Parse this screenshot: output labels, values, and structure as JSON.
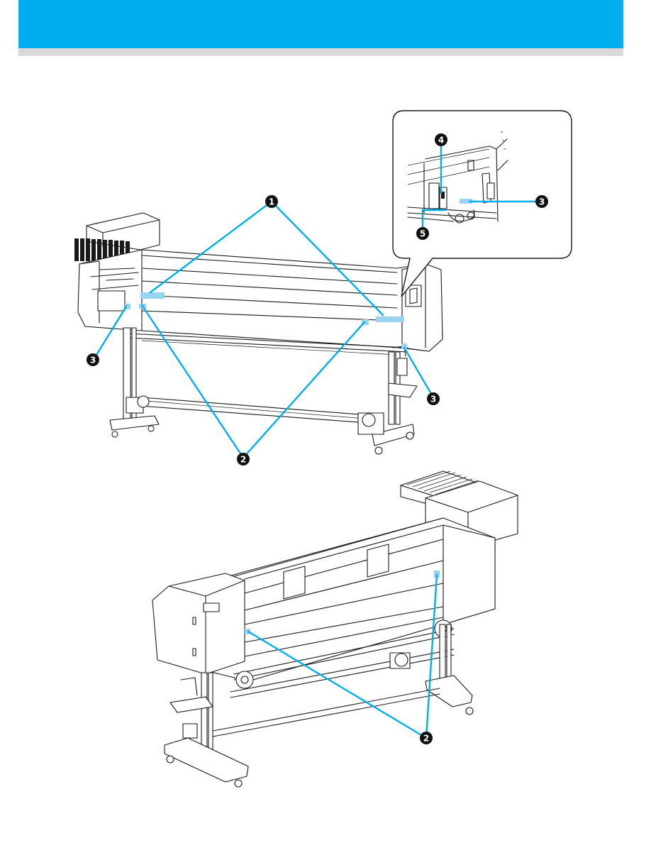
{
  "colors": {
    "header": "#00aeef",
    "rule": "#d9d9d9",
    "callout_line": "#00aeef",
    "label_highlight": "#9ad3f0",
    "line_art": "#1a1a1a",
    "badge": "#111111"
  },
  "callouts": {
    "n1": "1",
    "n2": "2",
    "n3": "3",
    "n4": "4",
    "n5": "5"
  }
}
